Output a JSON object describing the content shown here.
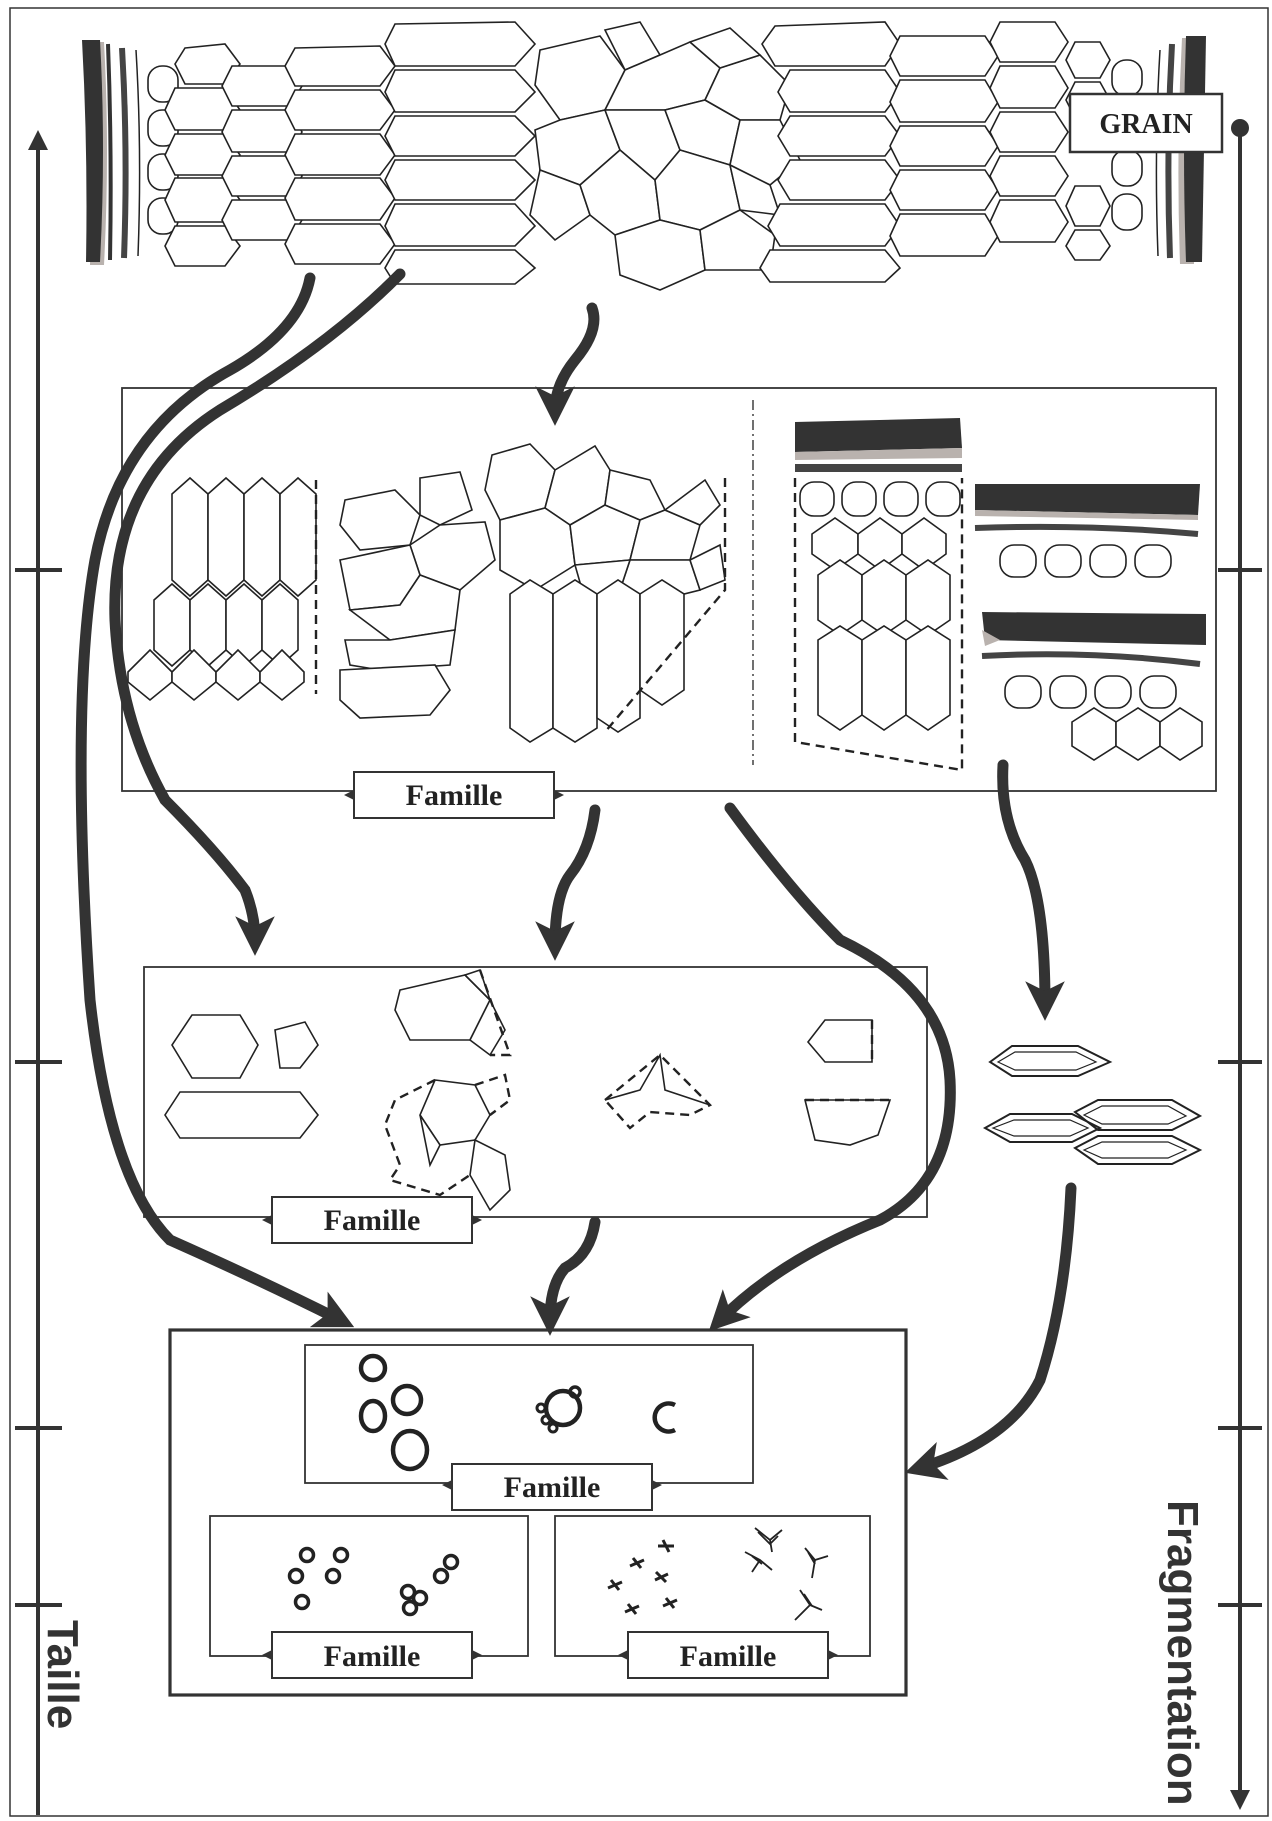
{
  "labels": {
    "grain": "GRAIN",
    "famille_1": "Famille",
    "famille_2": "Famille",
    "famille_3": "Famille",
    "famille_4": "Famille",
    "famille_5": "Famille"
  },
  "axes": {
    "left": "Taille",
    "right": "Fragmentation"
  },
  "colors": {
    "ink": "#222222",
    "stroke": "#333333",
    "husk_grey": "#b9b2ae",
    "background": "#ffffff"
  }
}
